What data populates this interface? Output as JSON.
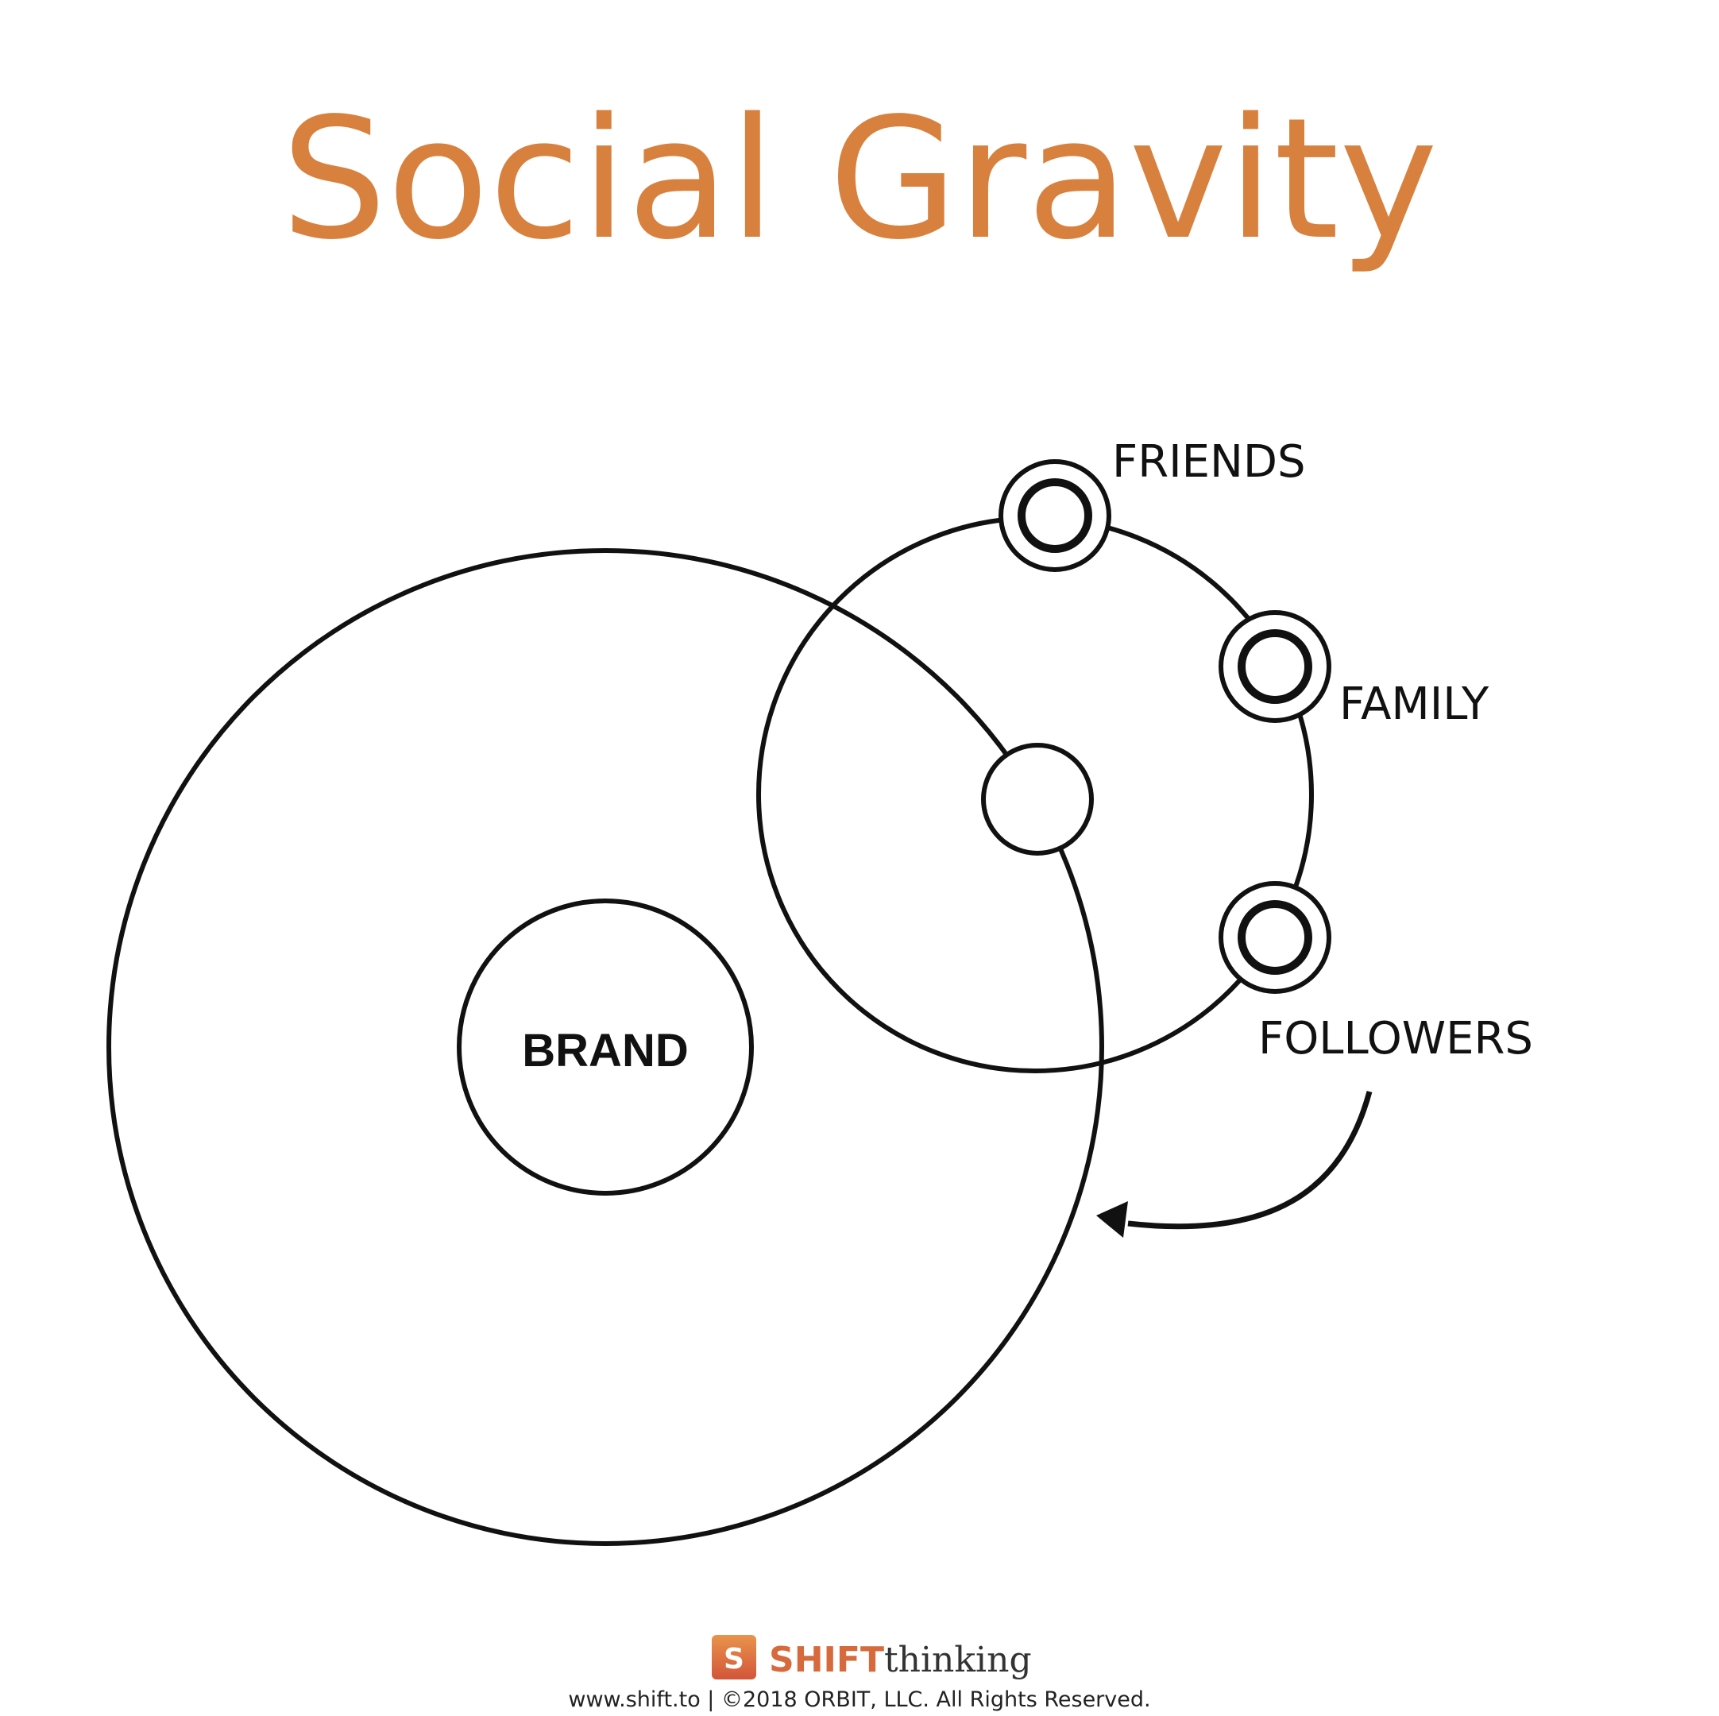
{
  "title": "Social Gravity",
  "colors": {
    "title": "#d8813f",
    "stroke": "#111111",
    "logo_accent": "#d76a3c",
    "logo_text": "#333333"
  },
  "diagram": {
    "center": "BRAND",
    "nodes": [
      {
        "id": "friends",
        "label": "FRIENDS"
      },
      {
        "id": "family",
        "label": "FAMILY"
      },
      {
        "id": "followers",
        "label": "FOLLOWERS"
      }
    ]
  },
  "logo": {
    "icon_letter": "S",
    "brand_bold": "SHIFT",
    "brand_light": "thinking"
  },
  "footer": {
    "text": "www.shift.to | ©2018 ORBIT, LLC. All Rights Reserved."
  }
}
